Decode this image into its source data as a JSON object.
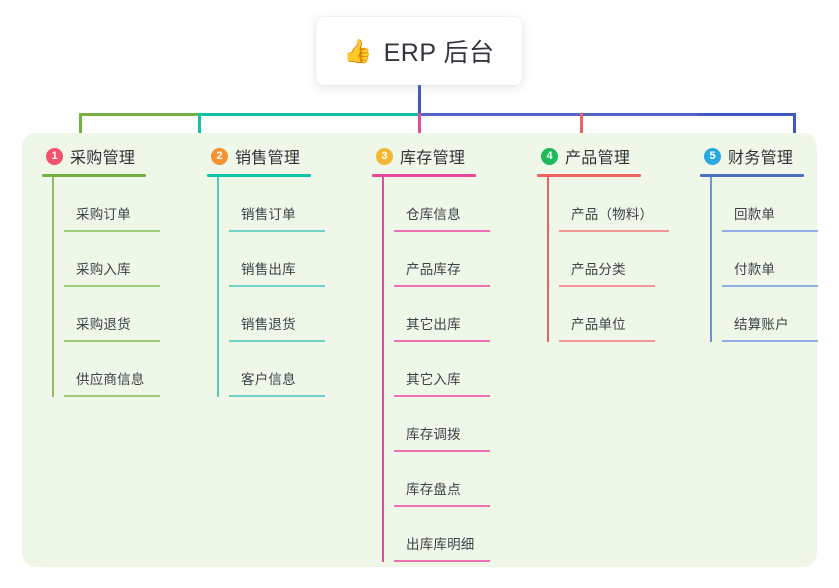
{
  "root": {
    "icon": "thumbs-up-icon",
    "icon_glyph": "👍",
    "title": "ERP 后台"
  },
  "colors": {
    "panel_bg": "#eff7e9",
    "page_bg": "#ffffff",
    "trunk": "#4357c4",
    "green": "#76b043",
    "teal": "#12c2a6",
    "pink": "#e8479b",
    "red": "#f0625f",
    "blue": "#6e93d8",
    "badge_1": "#f0536b",
    "badge_2": "#f59331",
    "badge_3": "#f5b731",
    "badge_4": "#1fb85a",
    "badge_5": "#2aa9e0"
  },
  "columns": [
    {
      "number": "1",
      "badge_color": "#f0536b",
      "line_color": "#76b043",
      "title": "采购管理",
      "items": [
        "采购订单",
        "采购入库",
        "采购退货",
        "供应商信息"
      ]
    },
    {
      "number": "2",
      "badge_color": "#f59331",
      "line_color": "#12c2a6",
      "title": "销售管理",
      "items": [
        "销售订单",
        "销售出库",
        "销售退货",
        "客户信息"
      ]
    },
    {
      "number": "3",
      "badge_color": "#f5b731",
      "line_color": "#e8479b",
      "title": "库存管理",
      "items": [
        "仓库信息",
        "产品库存",
        "其它出库",
        "其它入库",
        "库存调拨",
        "库存盘点",
        "出库库明细"
      ]
    },
    {
      "number": "4",
      "badge_color": "#1fb85a",
      "line_color": "#f0625f",
      "title": "产品管理",
      "items": [
        "产品（物料）",
        "产品分类",
        "产品单位"
      ]
    },
    {
      "number": "5",
      "badge_color": "#2aa9e0",
      "line_color": "#6e93d8",
      "title": "财务管理",
      "items": [
        "回款单",
        "付款单",
        "结算账户"
      ]
    }
  ]
}
